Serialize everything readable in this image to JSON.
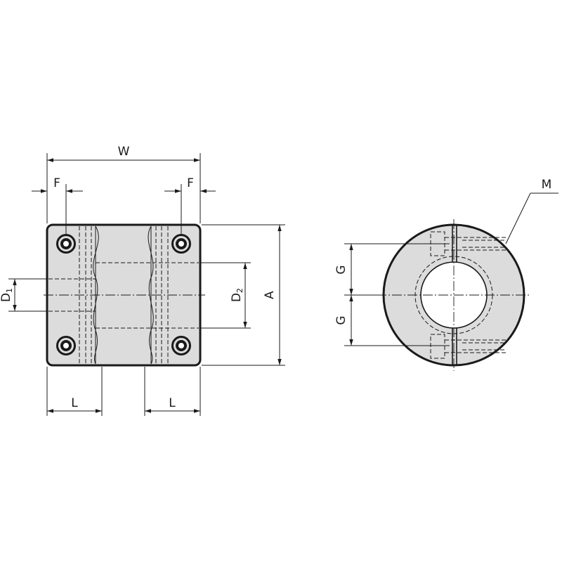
{
  "labels": {
    "W": "W",
    "F_left": "F",
    "F_right": "F",
    "A": "A",
    "D1_main": "D",
    "D1_sub": "1",
    "D2_main": "D",
    "D2_sub": "2",
    "L_left": "L",
    "L_right": "L",
    "G_top": "G",
    "G_bottom": "G",
    "M": "M"
  },
  "colors": {
    "line": "#1a1a1a",
    "body": "#dcdcdc",
    "background": "#ffffff"
  }
}
